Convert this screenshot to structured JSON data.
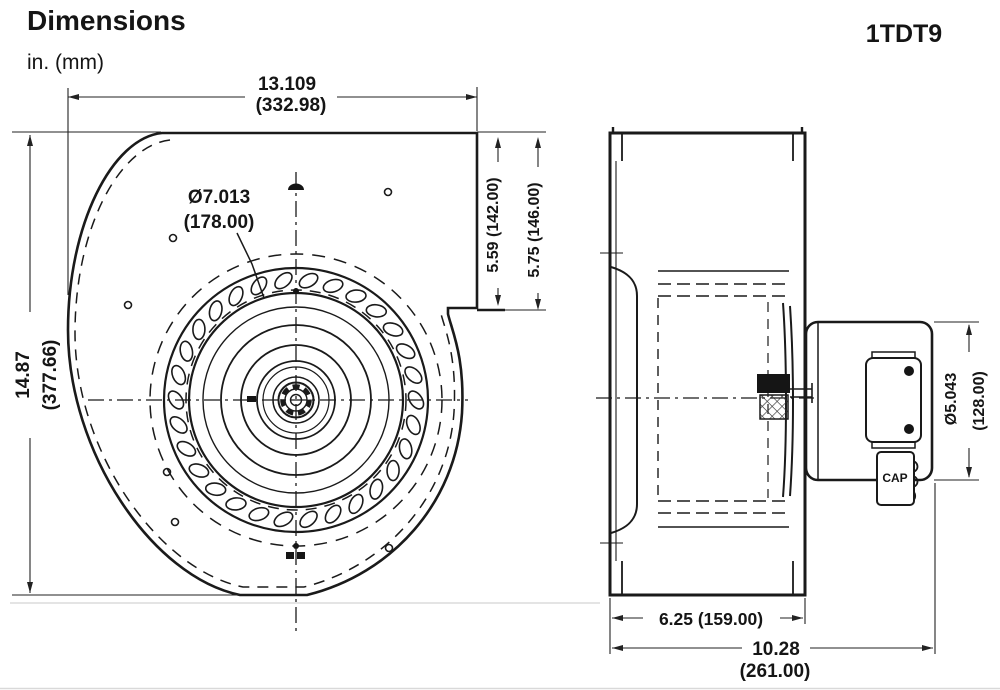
{
  "header": {
    "title": "Dimensions",
    "units": "in. (mm)",
    "model": "1TDT9"
  },
  "front_view": {
    "width_in": "13.109",
    "width_mm": "(332.98)",
    "height_in": "14.87",
    "height_mm": "(377.66)",
    "impeller_dia_in": "Ø7.013",
    "impeller_dia_mm": "(178.00)",
    "outlet_height_inner": "5.59 (142.00)",
    "outlet_height_outer": "5.75 (146.00)"
  },
  "side_view": {
    "motor_dia_in": "Ø5.043",
    "motor_dia_mm": "(128.00)",
    "housing_depth": "6.25 (159.00)",
    "overall_depth_in": "10.28",
    "overall_depth_mm": "(261.00)",
    "capacitor_label": "CAP"
  },
  "colors": {
    "line": "#1a1a1a",
    "dim_line": "#222222",
    "background": "#ffffff"
  }
}
